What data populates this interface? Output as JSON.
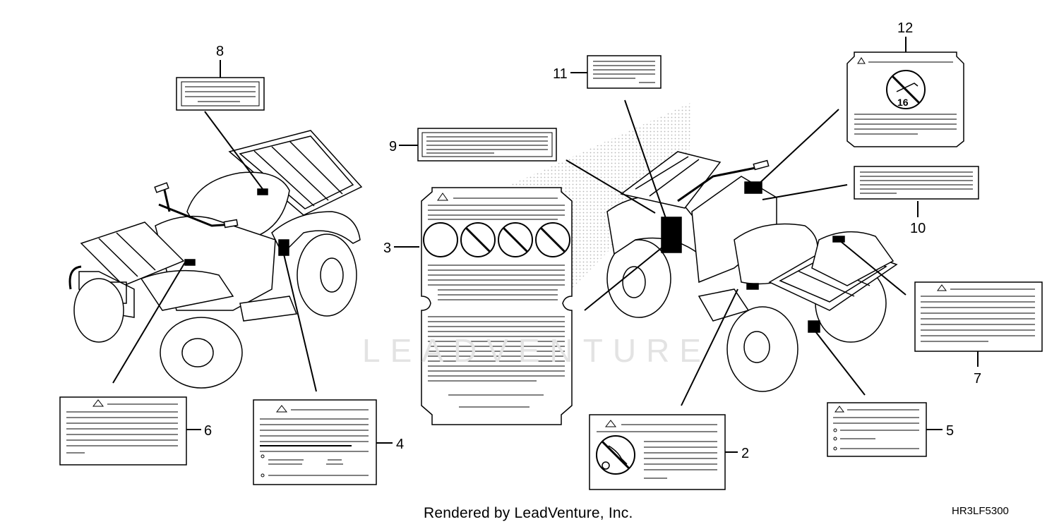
{
  "callouts": {
    "c1": "2",
    "c2": "3",
    "c3": "4",
    "c4": "5",
    "c5": "6",
    "c6": "7",
    "c7": "8",
    "c8": "9",
    "c9": "10",
    "c10": "11",
    "c11": "12"
  },
  "footer": {
    "rendered_by": "Rendered by LeadVenture, Inc.",
    "code": "HR3LF5300"
  },
  "watermark": "LEADVENTURE",
  "colors": {
    "line": "#000000",
    "stipple": "#b8b8b8",
    "watermark": "#e3e3e3"
  }
}
